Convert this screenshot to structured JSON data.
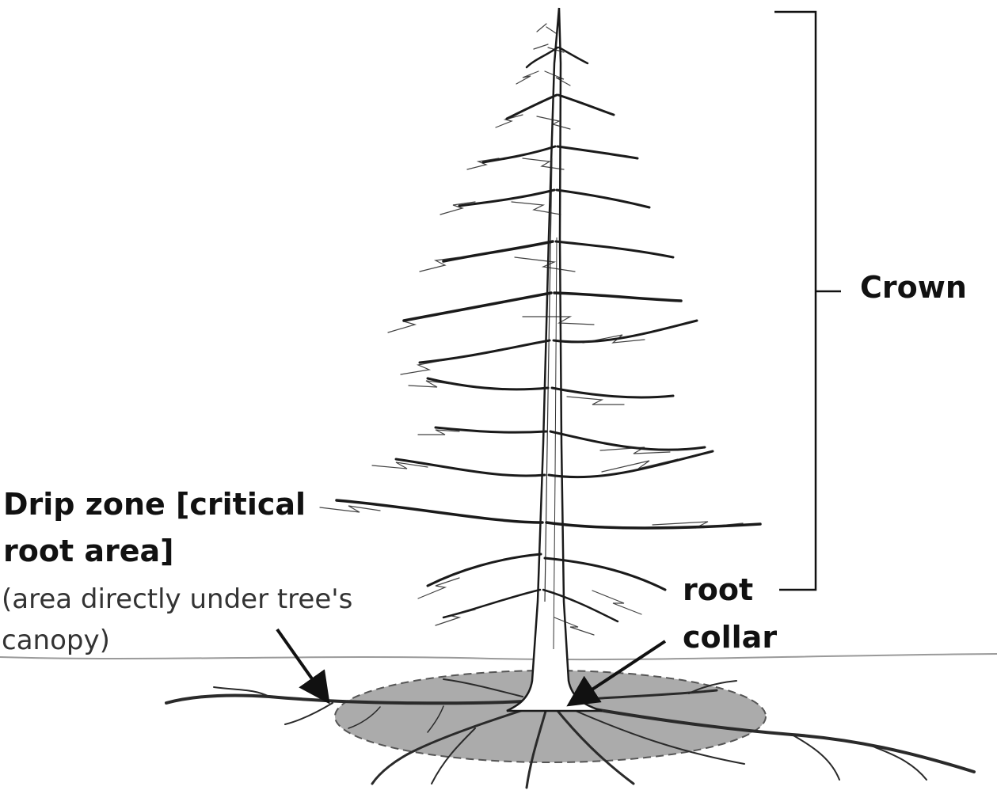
{
  "labels": {
    "crown": "Crown",
    "root_collar_line1": "root",
    "root_collar_line2": "collar",
    "drip_zone_line1": "Drip zone [critical",
    "drip_zone_line2": "root area]",
    "drip_zone_note_line1": "(area directly under tree's",
    "drip_zone_note_line2": "canopy)"
  },
  "colors": {
    "ink": "#111111",
    "drip_zone_fill": "#8f8f8f",
    "ground_line": "#9a9a9a"
  }
}
